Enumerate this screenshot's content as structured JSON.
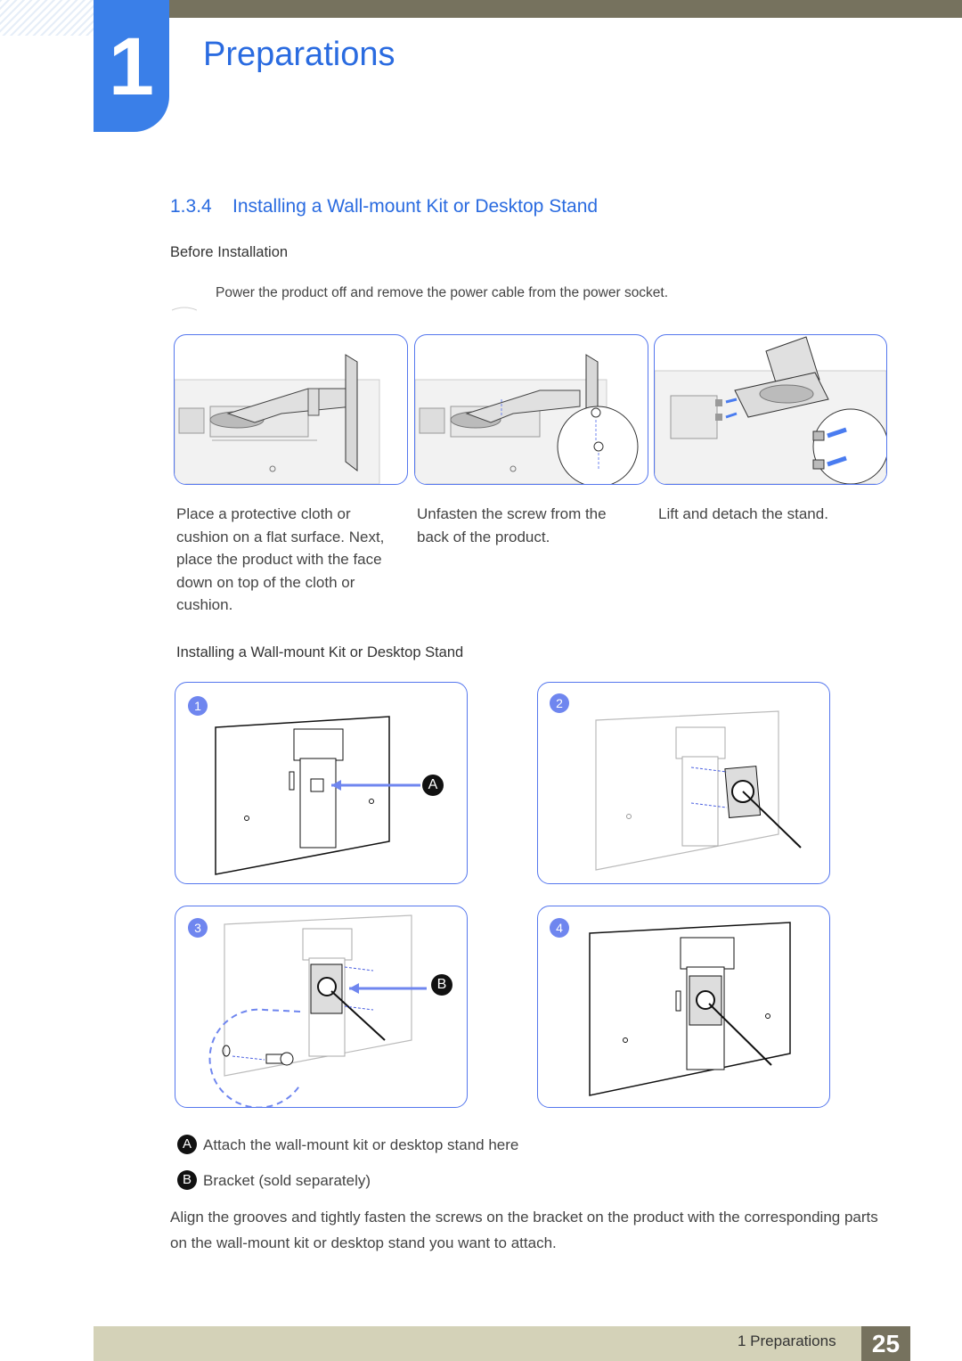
{
  "chapter": {
    "number": "1",
    "title": "Preparations"
  },
  "section": {
    "number": "1.3.4",
    "title": "Installing a Wall-mount Kit or Desktop Stand"
  },
  "before_installation": {
    "heading": "Before Installation",
    "note": "Power the product off and remove the power cable from the power socket.",
    "steps": [
      {
        "caption": "Place a protective cloth or cushion on a flat surface. Next, place the product with the face down on top of the cloth or cushion."
      },
      {
        "caption": "Unfasten the screw from the back of the product."
      },
      {
        "caption": "Lift and detach the stand."
      }
    ]
  },
  "installing": {
    "heading": "Installing a Wall-mount Kit or Desktop Stand",
    "steps": [
      "1",
      "2",
      "3",
      "4"
    ],
    "markers": {
      "a": "A",
      "b": "B"
    }
  },
  "legend": [
    {
      "marker": "A",
      "text": "Attach the wall-mount kit or desktop stand here"
    },
    {
      "marker": "B",
      "text": "Bracket (sold separately)"
    }
  ],
  "instructions": "Align the grooves and tightly fasten the screws on the bracket on the product with the corresponding parts on the wall-mount kit or desktop stand you want to attach.",
  "footer": {
    "label": "1 Preparations",
    "page": "25"
  },
  "colors": {
    "accent": "#2a6be0",
    "header_bar": "#76725e",
    "footer_bar": "#d4d2b8",
    "panel_border": "#5577ee"
  }
}
